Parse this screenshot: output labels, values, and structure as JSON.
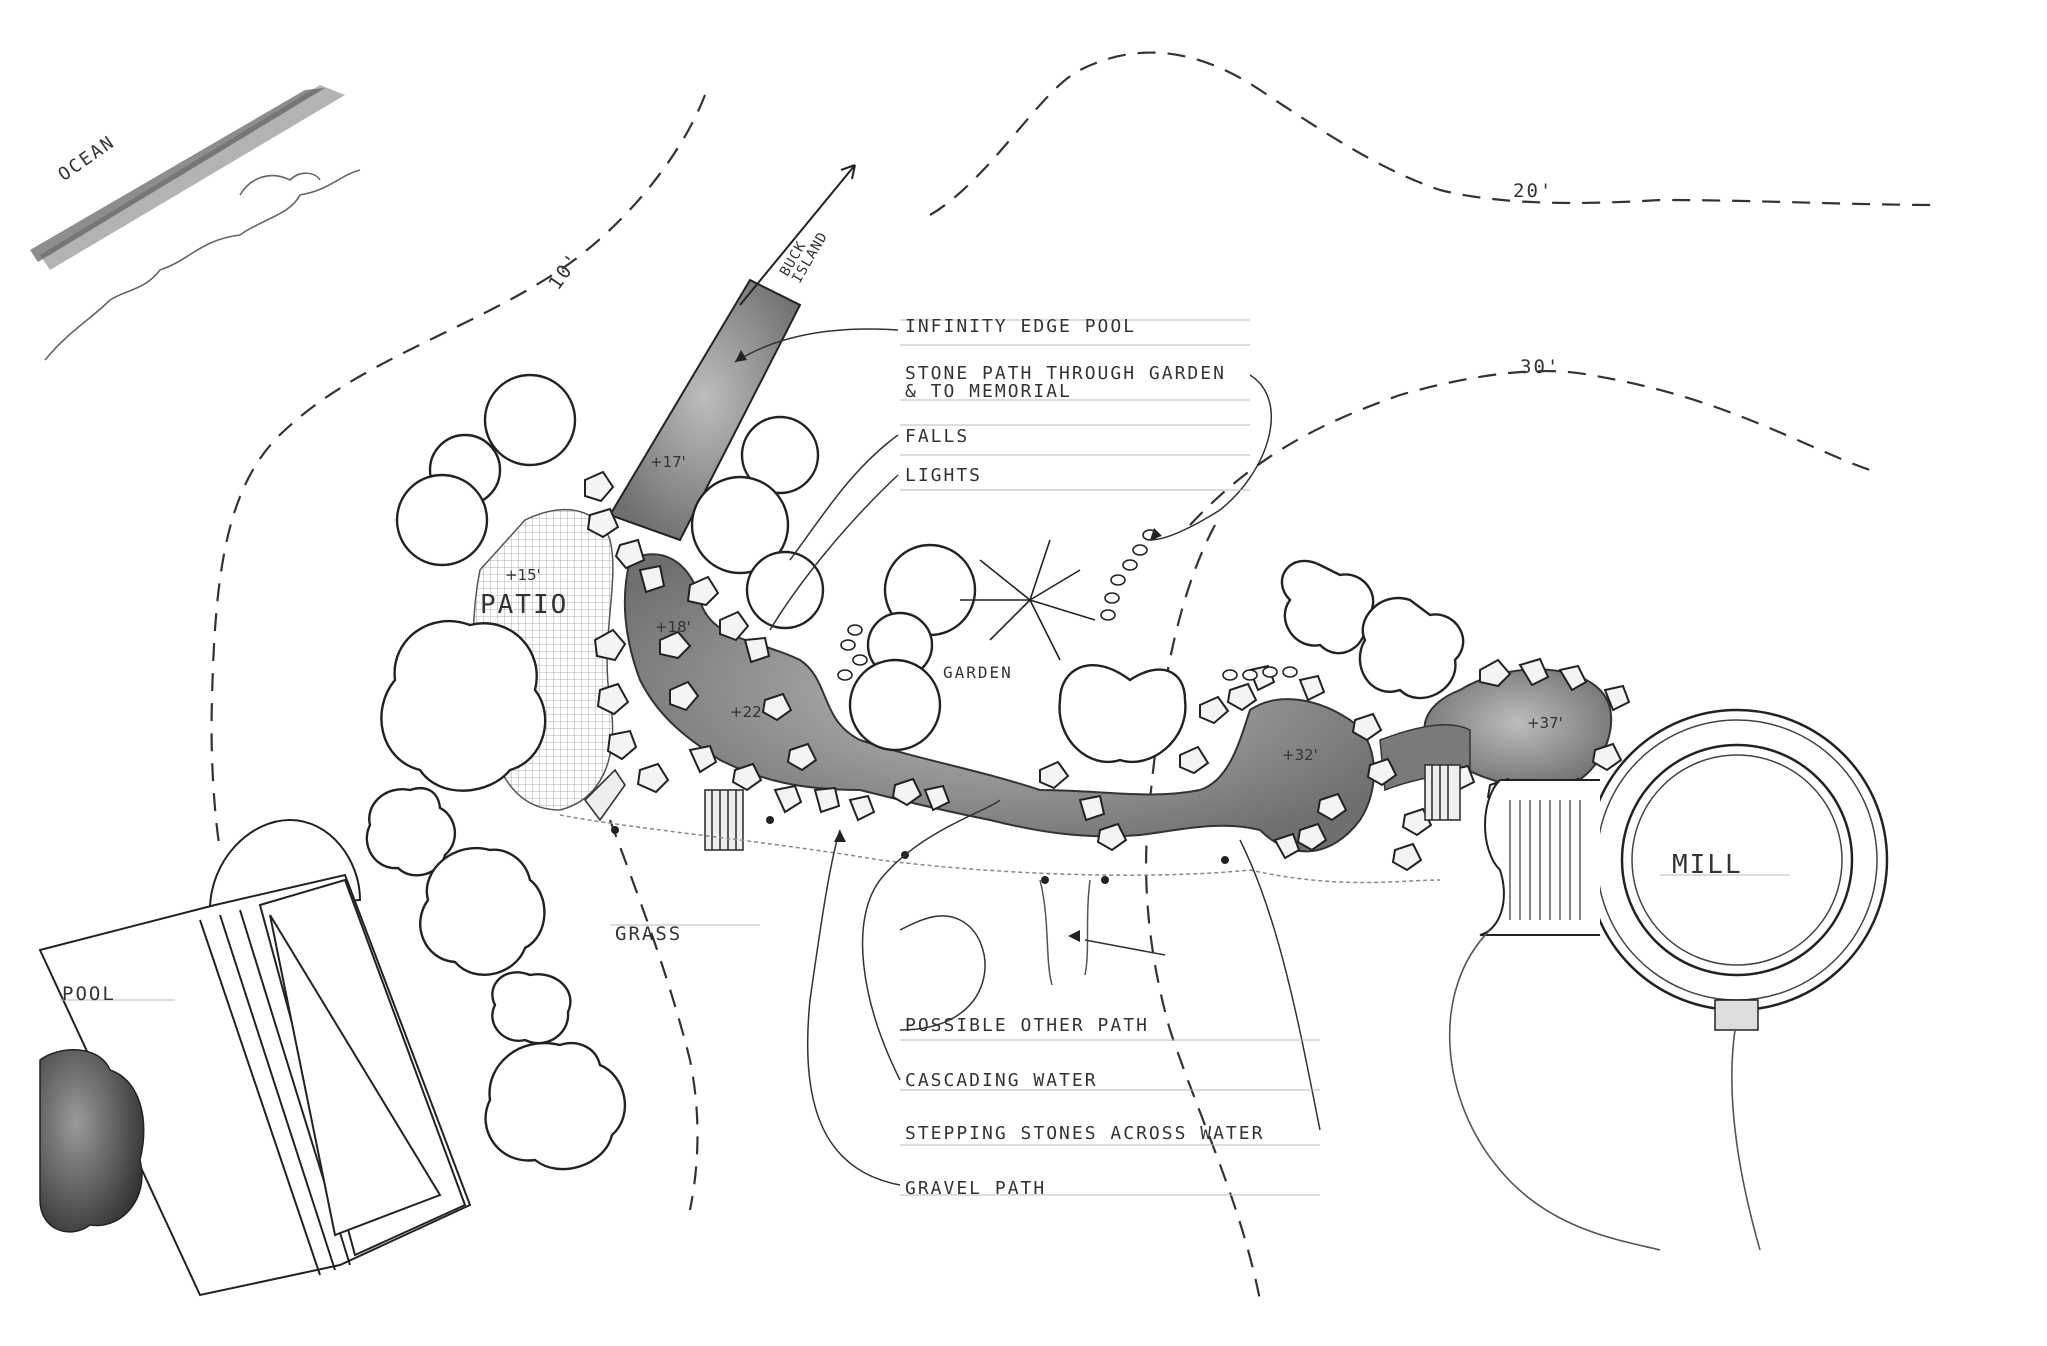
{
  "labels": {
    "ocean": "OCEAN",
    "buck_island": "BUCK ISLAND",
    "contour_10": "10'",
    "contour_20": "20'",
    "contour_30": "30'",
    "patio": "PATIO",
    "garden": "GARDEN",
    "grass": "GRASS",
    "pool": "POOL",
    "mill": "MILL"
  },
  "elevations": {
    "patio": "+15'",
    "infinity_pool": "+17'",
    "upper_pond": "+18'",
    "pond_22": "+22'",
    "pond_32": "+32'",
    "pond_37": "+37'"
  },
  "callouts": {
    "infinity_edge_pool": "INFINITY EDGE POOL",
    "stone_path_1": "STONE PATH THROUGH GARDEN",
    "stone_path_2": "& TO MEMORIAL",
    "falls": "FALLS",
    "lights": "LIGHTS",
    "possible_other_path": "POSSIBLE OTHER PATH",
    "cascading_water": "CASCADING WATER",
    "stepping_stones": "STEPPING STONES ACROSS WATER",
    "gravel_path": "GRAVEL PATH"
  }
}
